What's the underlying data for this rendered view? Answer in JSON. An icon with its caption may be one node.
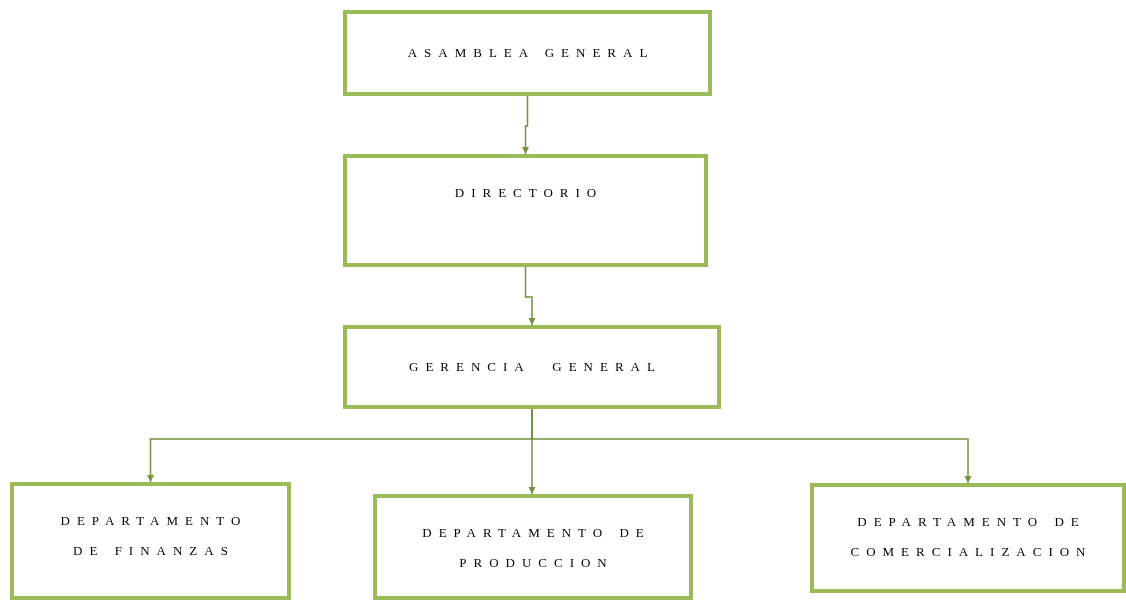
{
  "diagram": {
    "nodes": [
      {
        "text": [
          "ASAMBLEA GENERAL"
        ]
      },
      {
        "text": [
          "DIRECTORIO"
        ]
      },
      {
        "text": [
          "GERENCIA GENERAL"
        ]
      },
      {
        "text": [
          "DEPARTAMENTO DE FINANZAS"
        ]
      },
      {
        "text": [
          "DEPARTAMENTO DE PRODUCCION"
        ]
      },
      {
        "text": [
          "DEPARTAMENTO DE COMERCIALIZACION"
        ]
      }
    ],
    "edges": [
      {
        "from": 0,
        "to": 1,
        "arrow": "to"
      },
      {
        "from": 1,
        "to": 2,
        "arrow": "to"
      },
      {
        "from": 2,
        "to": 3,
        "arrow": "to"
      },
      {
        "from": 2,
        "to": 4,
        "arrow": "to"
      },
      {
        "from": 2,
        "to": 5,
        "arrow": "to"
      }
    ]
  }
}
